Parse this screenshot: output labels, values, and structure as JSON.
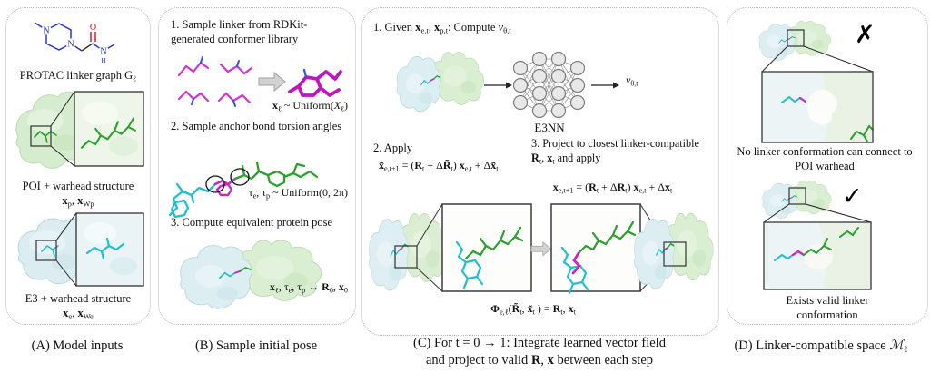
{
  "figure": {
    "captions": {
      "a": "(A) Model inputs",
      "b": "(B) Sample initial pose",
      "c_line1": "(C) For t = 0 → 1: Integrate learned vector field",
      "c_line2": "and project to valid <b>R</b>, <b>x</b> between each step",
      "d": "(D) Linker-compatible space <i>ℳ</i><sub>ℓ</sub>"
    },
    "panel_a": {
      "linker_graph_label": "PROTAC linker graph G<sub>ℓ</sub>",
      "poi_label": "POI + warhead structure",
      "poi_symbols": "<b>x</b><sub>p</sub>, <b>x</b><sub>Wp</sub>",
      "e3_label": "E3 + warhead structure",
      "e3_symbols": "<b>x</b><sub>e</sub>, <b>x</b><sub>We</sub>"
    },
    "panel_b": {
      "step1": "1. Sample linker from RDKit-generated conformer library",
      "step1_eq": "<b>x</b><sub>ℓ</sub> ~ Uniform(<i>X</i><sub>ℓ</sub>)",
      "step2": "2. Sample anchor bond torsion angles",
      "step2_eq": "τ<sub>e</sub>, τ<sub>p</sub> ~ Uniform(0, 2π)",
      "step3": "3. Compute equivalent protein pose",
      "step3_eq": "<b>x</b><sub>ℓ</sub>, τ<sub>e</sub>, τ<sub>p</sub> ↔ <b>R</b><sub>0</sub>, <b>x</b><sub>0</sub>"
    },
    "panel_c": {
      "step1": "1. Given <b>x</b><sub>e,t</sub>, <b>x</b><sub>p,t</sub>: Compute <i>v</i><sub>θ,t</sub>",
      "nn_label": "E3NN",
      "nn_output": "<i>v</i><sub>θ,t</sub>",
      "step2_label": "2. Apply",
      "step2_eq": "<b>x̃</b><sub>e,t+1</sub> = (<b>R</b><sub>t</sub> + Δ<b>R̃</b><sub>t</sub>) <b>x</b><sub>e,t</sub> + Δ<b>x̃</b><sub>t</sub>",
      "step3_line1": "3. Project to closest linker-compatible",
      "step3_line2": "<b>R</b><sub>t</sub>, <b>x</b><sub>t</sub> and apply",
      "step3_eq": "<b>x</b><sub>e,t+1</sub> = (<b>R</b><sub>t</sub> + Δ<b>R</b><sub>t</sub>) <b>x</b><sub>e,t</sub> + Δ<b>x</b><sub>t</sub>",
      "projection_eq": "<b>Φ</b><sub>e,ℓ</sub>(<b>R̃</b><sub>t</sub>, <b>x̃</b><sub>t</sub> ) = <b>R</b><sub>t</sub>, <b>x</b><sub>t</sub>"
    },
    "panel_d": {
      "invalid_mark": "✗",
      "invalid_caption": "No linker conformation can connect to POI warhead",
      "valid_mark": "✓",
      "valid_caption": "Exists valid linker conformation"
    },
    "colors": {
      "poi_surface_green": "#daeed2",
      "poi_stick_green": "#2ca02c",
      "e3_surface_cyan": "#ddeef2",
      "e3_stick_cyan": "#1fc0cc",
      "linker_magenta": "#cc22cc",
      "nitrogen_blue": "#2b35cf",
      "oxygen_red": "#cc1111",
      "panel_border_gray": "#b3b3b3",
      "arrow_gray": "#d2d2d2"
    }
  }
}
